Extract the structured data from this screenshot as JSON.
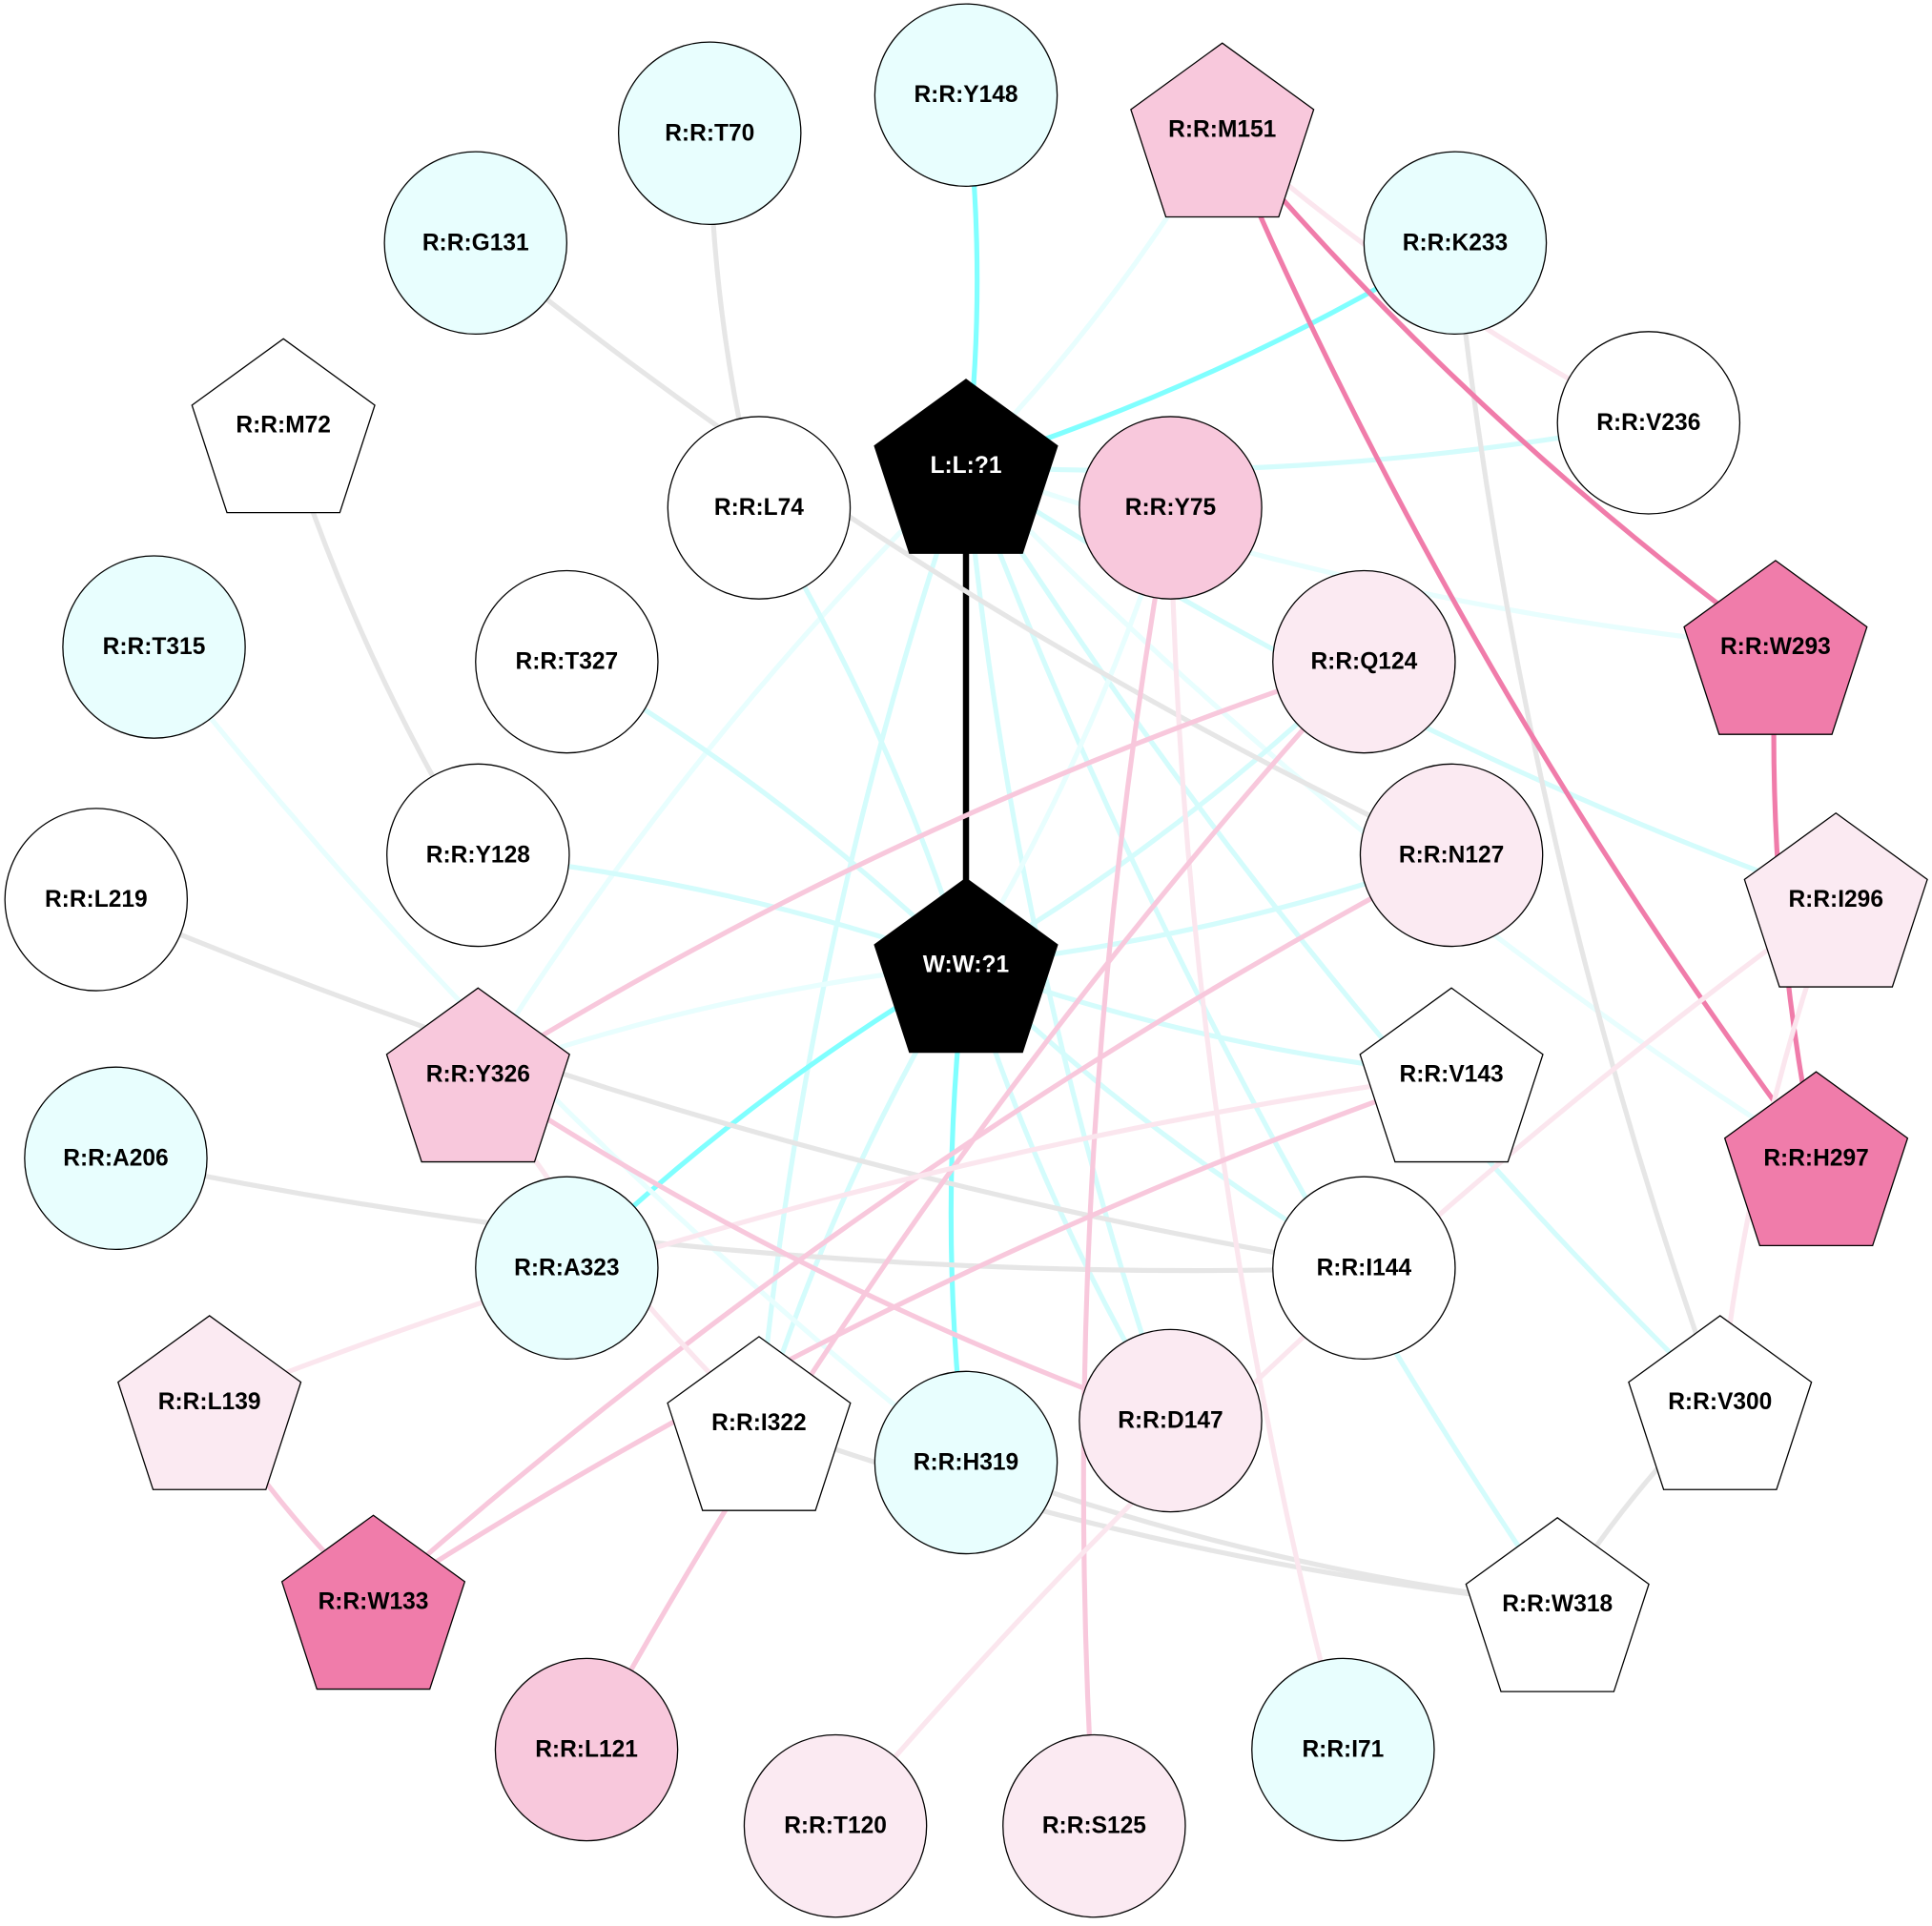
{
  "colors": {
    "cyan_fill": "#e8fefe",
    "white_fill": "#ffffff",
    "pink_fill": "#f8c8dc",
    "lightpink_fill": "#fbeaf2",
    "hotpink_fill": "#f07caa",
    "black_fill": "#000000",
    "edge_cyan": "#80ffff",
    "edge_lightcyan": "#d4fcfc",
    "edge_faintcyan": "#e8fefe",
    "edge_gray": "#e6e6e6",
    "edge_hotpink": "#f07caa",
    "edge_pink": "#f8c8dc",
    "edge_faintpink": "#fbe6ee",
    "edge_black": "#000000"
  },
  "nodes": [
    {
      "id": "Y148",
      "label": "R:R:Y148",
      "shape": "circle",
      "fill": "cyan_fill"
    },
    {
      "id": "T70",
      "label": "R:R:T70",
      "shape": "circle",
      "fill": "cyan_fill"
    },
    {
      "id": "M151",
      "label": "R:R:M151",
      "shape": "pentagon",
      "fill": "pink_fill"
    },
    {
      "id": "G131",
      "label": "R:R:G131",
      "shape": "circle",
      "fill": "cyan_fill"
    },
    {
      "id": "K233",
      "label": "R:R:K233",
      "shape": "circle",
      "fill": "cyan_fill"
    },
    {
      "id": "M72",
      "label": "R:R:M72",
      "shape": "pentagon",
      "fill": "white_fill"
    },
    {
      "id": "L1",
      "label": "L:L:?1",
      "shape": "pentagon",
      "fill": "black_fill"
    },
    {
      "id": "L74",
      "label": "R:R:L74",
      "shape": "circle",
      "fill": "white_fill"
    },
    {
      "id": "Y75",
      "label": "R:R:Y75",
      "shape": "circle",
      "fill": "pink_fill"
    },
    {
      "id": "V236",
      "label": "R:R:V236",
      "shape": "circle",
      "fill": "white_fill"
    },
    {
      "id": "T315",
      "label": "R:R:T315",
      "shape": "circle",
      "fill": "cyan_fill"
    },
    {
      "id": "T327",
      "label": "R:R:T327",
      "shape": "circle",
      "fill": "white_fill"
    },
    {
      "id": "Q124",
      "label": "R:R:Q124",
      "shape": "circle",
      "fill": "lightpink_fill"
    },
    {
      "id": "W293",
      "label": "R:R:W293",
      "shape": "pentagon",
      "fill": "hotpink_fill"
    },
    {
      "id": "Y128",
      "label": "R:R:Y128",
      "shape": "circle",
      "fill": "white_fill"
    },
    {
      "id": "N127",
      "label": "R:R:N127",
      "shape": "circle",
      "fill": "lightpink_fill"
    },
    {
      "id": "L219",
      "label": "R:R:L219",
      "shape": "circle",
      "fill": "white_fill"
    },
    {
      "id": "W1",
      "label": "W:W:?1",
      "shape": "pentagon",
      "fill": "black_fill"
    },
    {
      "id": "I296",
      "label": "R:R:I296",
      "shape": "pentagon",
      "fill": "lightpink_fill"
    },
    {
      "id": "Y326",
      "label": "R:R:Y326",
      "shape": "pentagon",
      "fill": "pink_fill"
    },
    {
      "id": "V143",
      "label": "R:R:V143",
      "shape": "pentagon",
      "fill": "white_fill"
    },
    {
      "id": "A206",
      "label": "R:R:A206",
      "shape": "circle",
      "fill": "cyan_fill"
    },
    {
      "id": "H297",
      "label": "R:R:H297",
      "shape": "pentagon",
      "fill": "hotpink_fill"
    },
    {
      "id": "A323",
      "label": "R:R:A323",
      "shape": "circle",
      "fill": "cyan_fill"
    },
    {
      "id": "I144",
      "label": "R:R:I144",
      "shape": "circle",
      "fill": "white_fill"
    },
    {
      "id": "L139",
      "label": "R:R:L139",
      "shape": "pentagon",
      "fill": "lightpink_fill"
    },
    {
      "id": "I322",
      "label": "R:R:I322",
      "shape": "pentagon",
      "fill": "white_fill"
    },
    {
      "id": "H319",
      "label": "R:R:H319",
      "shape": "circle",
      "fill": "cyan_fill"
    },
    {
      "id": "D147",
      "label": "R:R:D147",
      "shape": "circle",
      "fill": "lightpink_fill"
    },
    {
      "id": "V300",
      "label": "R:R:V300",
      "shape": "pentagon",
      "fill": "white_fill"
    },
    {
      "id": "W133",
      "label": "R:R:W133",
      "shape": "pentagon",
      "fill": "hotpink_fill"
    },
    {
      "id": "W318",
      "label": "R:R:W318",
      "shape": "pentagon",
      "fill": "white_fill"
    },
    {
      "id": "L121",
      "label": "R:R:L121",
      "shape": "circle",
      "fill": "pink_fill"
    },
    {
      "id": "T120",
      "label": "R:R:T120",
      "shape": "circle",
      "fill": "lightpink_fill"
    },
    {
      "id": "S125",
      "label": "R:R:S125",
      "shape": "circle",
      "fill": "lightpink_fill"
    },
    {
      "id": "I71",
      "label": "R:R:I71",
      "shape": "circle",
      "fill": "cyan_fill"
    }
  ],
  "edges": [
    {
      "s": "L1",
      "t": "W1",
      "c": "edge_black"
    },
    {
      "s": "L1",
      "t": "Y148",
      "c": "edge_cyan"
    },
    {
      "s": "L1",
      "t": "K233",
      "c": "edge_cyan"
    },
    {
      "s": "L1",
      "t": "M151",
      "c": "edge_faintcyan"
    },
    {
      "s": "L1",
      "t": "V236",
      "c": "edge_lightcyan"
    },
    {
      "s": "L1",
      "t": "W293",
      "c": "edge_faintcyan"
    },
    {
      "s": "L1",
      "t": "Y326",
      "c": "edge_faintcyan"
    },
    {
      "s": "L1",
      "t": "I322",
      "c": "edge_lightcyan"
    },
    {
      "s": "L1",
      "t": "D147",
      "c": "edge_lightcyan"
    },
    {
      "s": "L1",
      "t": "I296",
      "c": "edge_lightcyan"
    },
    {
      "s": "L1",
      "t": "H297",
      "c": "edge_faintcyan"
    },
    {
      "s": "L1",
      "t": "V300",
      "c": "edge_lightcyan"
    },
    {
      "s": "L1",
      "t": "W318",
      "c": "edge_lightcyan"
    },
    {
      "s": "W1",
      "t": "L74",
      "c": "edge_lightcyan"
    },
    {
      "s": "W1",
      "t": "T327",
      "c": "edge_lightcyan"
    },
    {
      "s": "W1",
      "t": "Y128",
      "c": "edge_lightcyan"
    },
    {
      "s": "W1",
      "t": "N127",
      "c": "edge_lightcyan"
    },
    {
      "s": "W1",
      "t": "Q124",
      "c": "edge_lightcyan"
    },
    {
      "s": "W1",
      "t": "Y326",
      "c": "edge_faintcyan"
    },
    {
      "s": "W1",
      "t": "V143",
      "c": "edge_lightcyan"
    },
    {
      "s": "W1",
      "t": "A323",
      "c": "edge_cyan"
    },
    {
      "s": "W1",
      "t": "H319",
      "c": "edge_cyan"
    },
    {
      "s": "W1",
      "t": "I144",
      "c": "edge_lightcyan"
    },
    {
      "s": "W1",
      "t": "I322",
      "c": "edge_lightcyan"
    },
    {
      "s": "W1",
      "t": "D147",
      "c": "edge_lightcyan"
    },
    {
      "s": "W1",
      "t": "Y75",
      "c": "edge_faintcyan"
    },
    {
      "s": "T315",
      "t": "H319",
      "c": "edge_faintcyan"
    },
    {
      "s": "T70",
      "t": "L74",
      "c": "edge_gray"
    },
    {
      "s": "G131",
      "t": "N127",
      "c": "edge_gray"
    },
    {
      "s": "M72",
      "t": "Y128",
      "c": "edge_gray"
    },
    {
      "s": "L219",
      "t": "I144",
      "c": "edge_gray"
    },
    {
      "s": "A206",
      "t": "I144",
      "c": "edge_gray"
    },
    {
      "s": "K233",
      "t": "V300",
      "c": "edge_gray"
    },
    {
      "s": "V300",
      "t": "W318",
      "c": "edge_gray"
    },
    {
      "s": "H319",
      "t": "W318",
      "c": "edge_gray"
    },
    {
      "s": "I322",
      "t": "W318",
      "c": "edge_gray"
    },
    {
      "s": "M151",
      "t": "W293",
      "c": "edge_hotpink"
    },
    {
      "s": "M151",
      "t": "H297",
      "c": "edge_hotpink"
    },
    {
      "s": "M151",
      "t": "V236",
      "c": "edge_faintpink"
    },
    {
      "s": "W293",
      "t": "H297",
      "c": "edge_hotpink"
    },
    {
      "s": "Y75",
      "t": "S125",
      "c": "edge_pink"
    },
    {
      "s": "Y75",
      "t": "I71",
      "c": "edge_faintpink"
    },
    {
      "s": "Q124",
      "t": "Y326",
      "c": "edge_pink"
    },
    {
      "s": "Q124",
      "t": "L121",
      "c": "edge_pink"
    },
    {
      "s": "N127",
      "t": "W133",
      "c": "edge_pink"
    },
    {
      "s": "V143",
      "t": "W133",
      "c": "edge_pink"
    },
    {
      "s": "V143",
      "t": "L139",
      "c": "edge_faintpink"
    },
    {
      "s": "Y326",
      "t": "D147",
      "c": "edge_pink"
    },
    {
      "s": "Y326",
      "t": "I322",
      "c": "edge_faintpink"
    },
    {
      "s": "L139",
      "t": "W133",
      "c": "edge_pink"
    },
    {
      "s": "I296",
      "t": "T120",
      "c": "edge_faintpink"
    },
    {
      "s": "I296",
      "t": "V300",
      "c": "edge_faintpink"
    }
  ]
}
